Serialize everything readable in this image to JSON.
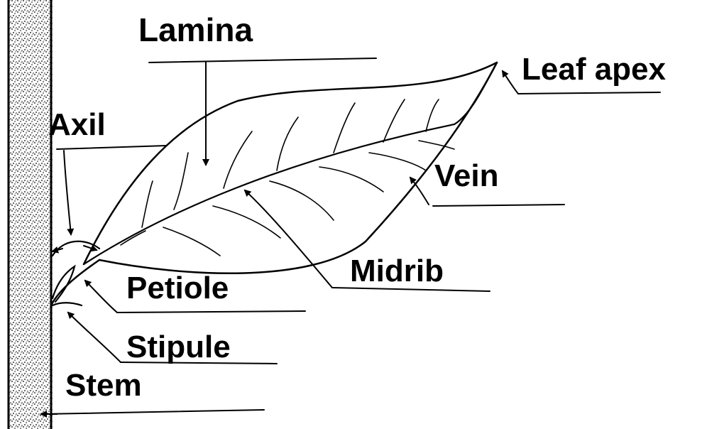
{
  "diagram": {
    "labels": {
      "lamina": "Lamina",
      "leaf_apex": "Leaf apex",
      "axil": "Axil",
      "vein": "Vein",
      "midrib": "Midrib",
      "petiole": "Petiole",
      "stipule": "Stipule",
      "stem": "Stem"
    },
    "colors": {
      "ink": "#000000",
      "background": "#ffffff"
    }
  }
}
